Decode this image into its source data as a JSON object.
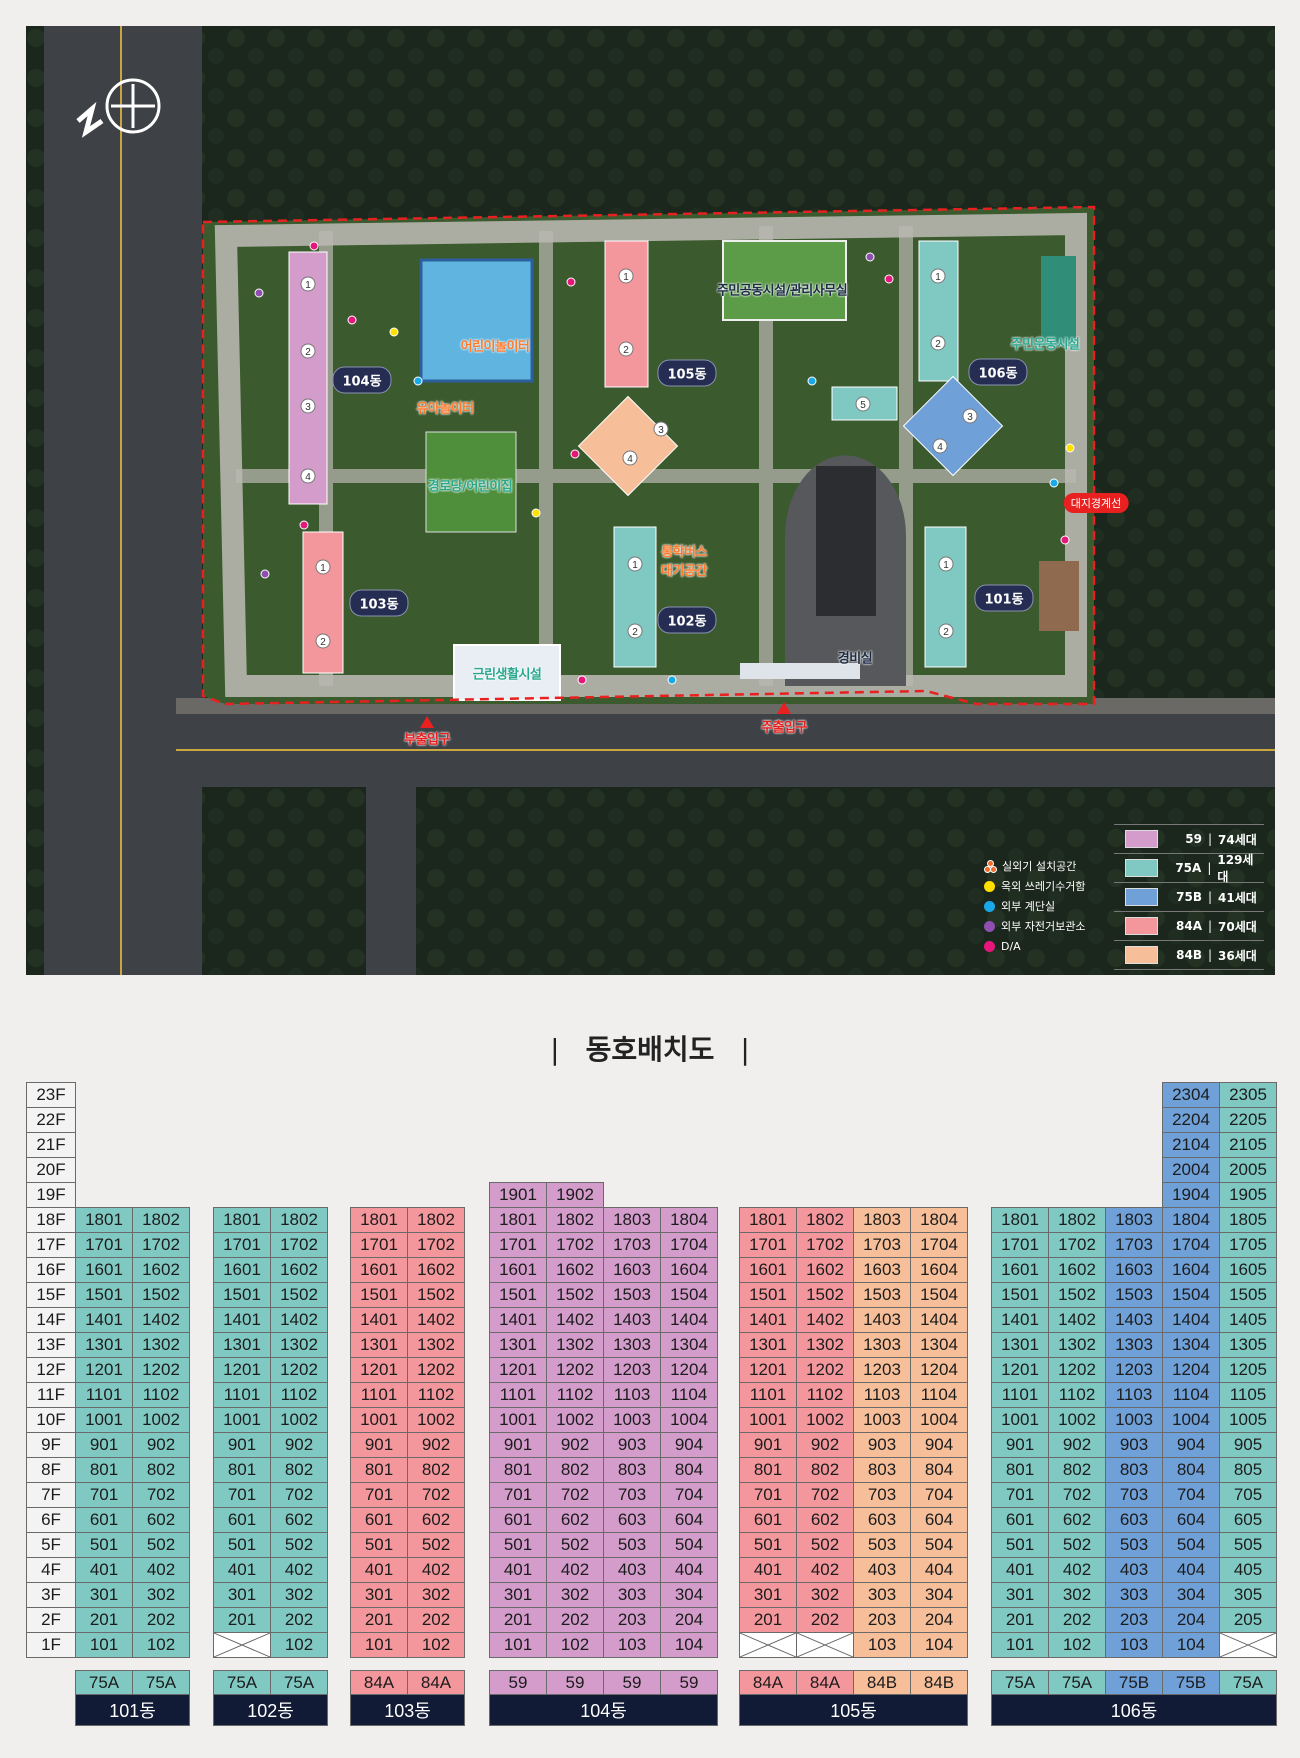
{
  "site_plan": {
    "labels": {
      "kids_playground": "어린이놀이터",
      "toddler_playground": "유아놀이터",
      "senior_daycare": "경로당/어린이집",
      "community": "주민공동시설/관리사무실",
      "fitness": "주민운동시설",
      "boundary": "대지경계선",
      "bus_wait": "통학버스 대기공간",
      "guard": "경비실",
      "retail": "근린생활시설",
      "sub_entrance": "부출입구",
      "main_entrance": "주출입구"
    },
    "dong_badges": [
      "101동",
      "102동",
      "103동",
      "104동",
      "105동",
      "106동"
    ],
    "core_numbers": [
      "1",
      "2",
      "3",
      "4",
      "5"
    ],
    "facility_legend": [
      {
        "icon": "outdoor-unit-cluster-icon",
        "color": "#f26a2a",
        "label": "실외기 설치공간"
      },
      {
        "icon": "yellow-dot-icon",
        "color": "#ffe000",
        "label": "옥외 쓰레기수거함"
      },
      {
        "icon": "cyan-dot-icon",
        "color": "#1aa9e8",
        "label": "외부 계단실"
      },
      {
        "icon": "purple-dot-icon",
        "color": "#8e4fb0",
        "label": "외부 자전거보관소"
      },
      {
        "icon": "pink-dot-icon",
        "color": "#e5177a",
        "label": "D/A"
      }
    ],
    "type_legend": [
      {
        "type": "59",
        "count": "74세대",
        "color": "#d39ccb"
      },
      {
        "type": "75A",
        "count": "129세대",
        "color": "#80c9c3"
      },
      {
        "type": "75B",
        "count": "41세대",
        "color": "#6fa0d8"
      },
      {
        "type": "84A",
        "count": "70세대",
        "color": "#f4979c"
      },
      {
        "type": "84B",
        "count": "36세대",
        "color": "#f6bf99"
      }
    ],
    "separator": "|"
  },
  "unit_chart": {
    "title": "동호배치도",
    "title_bar": "|",
    "floor_labels": [
      "23F",
      "22F",
      "21F",
      "20F",
      "19F",
      "18F",
      "17F",
      "16F",
      "15F",
      "14F",
      "13F",
      "12F",
      "11F",
      "10F",
      "9F",
      "8F",
      "7F",
      "6F",
      "5F",
      "4F",
      "3F",
      "2F",
      "1F"
    ],
    "type_colors": {
      "59": "#d39ccb",
      "75A": "#80c9c3",
      "75B": "#6fa0d8",
      "84A": "#f4979c",
      "84B": "#f6bf99"
    },
    "buildings": [
      {
        "name": "101동",
        "top_floor": 18,
        "types": [
          "75A",
          "75A"
        ],
        "rows": [
          [
            "1801",
            "1802"
          ],
          [
            "1701",
            "1702"
          ],
          [
            "1601",
            "1602"
          ],
          [
            "1501",
            "1502"
          ],
          [
            "1401",
            "1402"
          ],
          [
            "1301",
            "1302"
          ],
          [
            "1201",
            "1202"
          ],
          [
            "1101",
            "1102"
          ],
          [
            "1001",
            "1002"
          ],
          [
            "901",
            "902"
          ],
          [
            "801",
            "802"
          ],
          [
            "701",
            "702"
          ],
          [
            "601",
            "602"
          ],
          [
            "501",
            "502"
          ],
          [
            "401",
            "402"
          ],
          [
            "301",
            "302"
          ],
          [
            "201",
            "202"
          ],
          [
            "101",
            "102"
          ]
        ]
      },
      {
        "name": "102동",
        "top_floor": 18,
        "types": [
          "75A",
          "75A"
        ],
        "rows": [
          [
            "1801",
            "1802"
          ],
          [
            "1701",
            "1702"
          ],
          [
            "1601",
            "1602"
          ],
          [
            "1501",
            "1502"
          ],
          [
            "1401",
            "1402"
          ],
          [
            "1301",
            "1302"
          ],
          [
            "1201",
            "1202"
          ],
          [
            "1101",
            "1102"
          ],
          [
            "1001",
            "1002"
          ],
          [
            "901",
            "902"
          ],
          [
            "801",
            "802"
          ],
          [
            "701",
            "702"
          ],
          [
            "601",
            "602"
          ],
          [
            "501",
            "502"
          ],
          [
            "401",
            "402"
          ],
          [
            "301",
            "302"
          ],
          [
            "201",
            "202"
          ],
          [
            null,
            "102"
          ]
        ]
      },
      {
        "name": "103동",
        "top_floor": 18,
        "types": [
          "84A",
          "84A"
        ],
        "rows": [
          [
            "1801",
            "1802"
          ],
          [
            "1701",
            "1702"
          ],
          [
            "1601",
            "1602"
          ],
          [
            "1501",
            "1502"
          ],
          [
            "1401",
            "1402"
          ],
          [
            "1301",
            "1302"
          ],
          [
            "1201",
            "1202"
          ],
          [
            "1101",
            "1102"
          ],
          [
            "1001",
            "1002"
          ],
          [
            "901",
            "902"
          ],
          [
            "801",
            "802"
          ],
          [
            "701",
            "702"
          ],
          [
            "601",
            "602"
          ],
          [
            "501",
            "502"
          ],
          [
            "401",
            "402"
          ],
          [
            "301",
            "302"
          ],
          [
            "201",
            "202"
          ],
          [
            "101",
            "102"
          ]
        ]
      },
      {
        "name": "104동",
        "top_floor": 19,
        "types": [
          "59",
          "59",
          "59",
          "59"
        ],
        "rows": [
          [
            "1901",
            "1902",
            "",
            ""
          ],
          [
            "1801",
            "1802",
            "1803",
            "1804"
          ],
          [
            "1701",
            "1702",
            "1703",
            "1704"
          ],
          [
            "1601",
            "1602",
            "1603",
            "1604"
          ],
          [
            "1501",
            "1502",
            "1503",
            "1504"
          ],
          [
            "1401",
            "1402",
            "1403",
            "1404"
          ],
          [
            "1301",
            "1302",
            "1303",
            "1304"
          ],
          [
            "1201",
            "1202",
            "1203",
            "1204"
          ],
          [
            "1101",
            "1102",
            "1103",
            "1104"
          ],
          [
            "1001",
            "1002",
            "1003",
            "1004"
          ],
          [
            "901",
            "902",
            "903",
            "904"
          ],
          [
            "801",
            "802",
            "803",
            "804"
          ],
          [
            "701",
            "702",
            "703",
            "704"
          ],
          [
            "601",
            "602",
            "603",
            "604"
          ],
          [
            "501",
            "502",
            "503",
            "504"
          ],
          [
            "401",
            "402",
            "403",
            "404"
          ],
          [
            "301",
            "302",
            "303",
            "304"
          ],
          [
            "201",
            "202",
            "203",
            "204"
          ],
          [
            "101",
            "102",
            "103",
            "104"
          ]
        ]
      },
      {
        "name": "105동",
        "top_floor": 18,
        "types": [
          "84A",
          "84A",
          "84B",
          "84B"
        ],
        "rows": [
          [
            "1801",
            "1802",
            "1803",
            "1804"
          ],
          [
            "1701",
            "1702",
            "1703",
            "1704"
          ],
          [
            "1601",
            "1602",
            "1603",
            "1604"
          ],
          [
            "1501",
            "1502",
            "1503",
            "1504"
          ],
          [
            "1401",
            "1402",
            "1403",
            "1404"
          ],
          [
            "1301",
            "1302",
            "1303",
            "1304"
          ],
          [
            "1201",
            "1202",
            "1203",
            "1204"
          ],
          [
            "1101",
            "1102",
            "1103",
            "1104"
          ],
          [
            "1001",
            "1002",
            "1003",
            "1004"
          ],
          [
            "901",
            "902",
            "903",
            "904"
          ],
          [
            "801",
            "802",
            "803",
            "804"
          ],
          [
            "701",
            "702",
            "703",
            "704"
          ],
          [
            "601",
            "602",
            "603",
            "604"
          ],
          [
            "501",
            "502",
            "503",
            "504"
          ],
          [
            "401",
            "402",
            "403",
            "404"
          ],
          [
            "301",
            "302",
            "303",
            "304"
          ],
          [
            "201",
            "202",
            "203",
            "204"
          ],
          [
            null,
            null,
            "103",
            "104"
          ]
        ]
      },
      {
        "name": "106동",
        "top_floor": 23,
        "types": [
          "75A",
          "75A",
          "75B",
          "75B",
          "75A"
        ],
        "rows": [
          [
            "",
            "",
            "",
            "2304",
            "2305"
          ],
          [
            "",
            "",
            "",
            "2204",
            "2205"
          ],
          [
            "",
            "",
            "",
            "2104",
            "2105"
          ],
          [
            "",
            "",
            "",
            "2004",
            "2005"
          ],
          [
            "",
            "",
            "",
            "1904",
            "1905"
          ],
          [
            "1801",
            "1802",
            "1803",
            "1804",
            "1805"
          ],
          [
            "1701",
            "1702",
            "1703",
            "1704",
            "1705"
          ],
          [
            "1601",
            "1602",
            "1603",
            "1604",
            "1605"
          ],
          [
            "1501",
            "1502",
            "1503",
            "1504",
            "1505"
          ],
          [
            "1401",
            "1402",
            "1403",
            "1404",
            "1405"
          ],
          [
            "1301",
            "1302",
            "1303",
            "1304",
            "1305"
          ],
          [
            "1201",
            "1202",
            "1203",
            "1204",
            "1205"
          ],
          [
            "1101",
            "1102",
            "1103",
            "1104",
            "1105"
          ],
          [
            "1001",
            "1002",
            "1003",
            "1004",
            "1005"
          ],
          [
            "901",
            "902",
            "903",
            "904",
            "905"
          ],
          [
            "801",
            "802",
            "803",
            "804",
            "805"
          ],
          [
            "701",
            "702",
            "703",
            "704",
            "705"
          ],
          [
            "601",
            "602",
            "603",
            "604",
            "605"
          ],
          [
            "501",
            "502",
            "503",
            "504",
            "505"
          ],
          [
            "401",
            "402",
            "403",
            "404",
            "405"
          ],
          [
            "301",
            "302",
            "303",
            "304",
            "305"
          ],
          [
            "201",
            "202",
            "203",
            "204",
            "205"
          ],
          [
            "101",
            "102",
            "103",
            "104",
            null
          ]
        ]
      }
    ]
  }
}
